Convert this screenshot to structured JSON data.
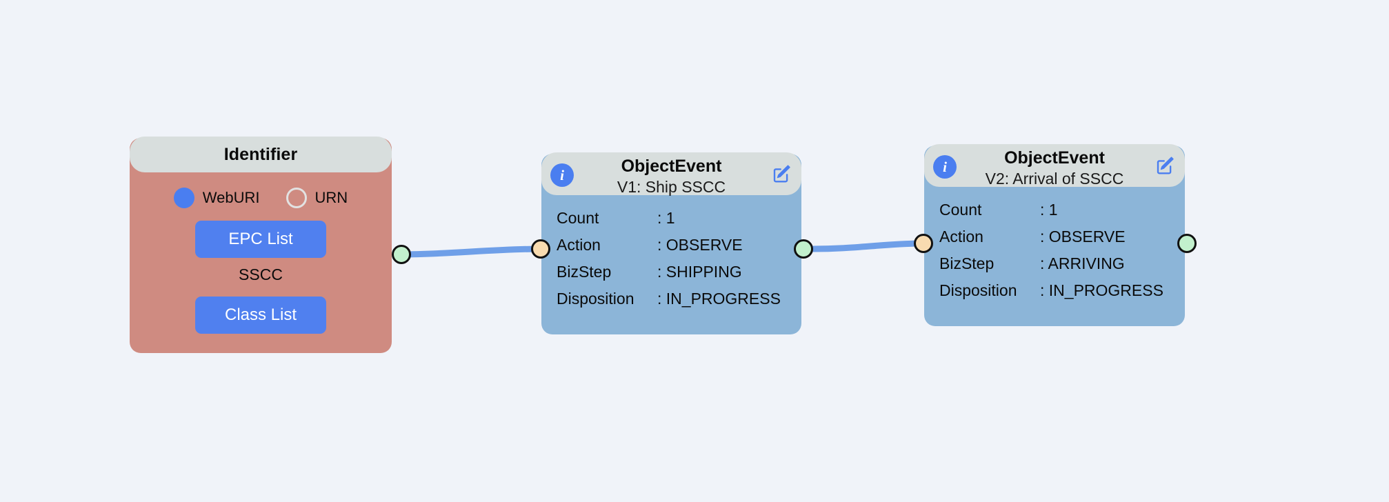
{
  "canvas": {
    "background_color": "#f0f3f9",
    "edge_color": "#6f9fe8"
  },
  "nodes": [
    {
      "id": "identifier",
      "kind": "identifier-node",
      "header_title": "Identifier",
      "header_color": "#d8dedd",
      "body_color": "#cf8b81",
      "radios": [
        {
          "label": "WebURI",
          "selected": true
        },
        {
          "label": "URN",
          "selected": false
        }
      ],
      "epc_button_label": "EPC List",
      "middle_label": "SSCC",
      "class_button_label": "Class List",
      "button_color": "#5080ef",
      "handles": [
        {
          "type": "source",
          "color": "#c2f0cd",
          "side": "right"
        }
      ]
    },
    {
      "id": "event-v1",
      "kind": "object-event-node",
      "header_title": "ObjectEvent",
      "subtitle": "V1: Ship SSCC",
      "info_icon": "info-icon",
      "edit_icon": "edit-pencil-icon",
      "header_color": "#d8dedd",
      "body_color": "#8cb5d8",
      "fields": [
        {
          "key": "Count",
          "value": ": 1"
        },
        {
          "key": "Action",
          "value": ": OBSERVE"
        },
        {
          "key": "BizStep",
          "value": ": SHIPPING"
        },
        {
          "key": "Disposition",
          "value": ": IN_PROGRESS"
        }
      ],
      "handles": [
        {
          "type": "target",
          "color": "#f8dbb0",
          "side": "left"
        },
        {
          "type": "source",
          "color": "#c2f0cd",
          "side": "right"
        }
      ]
    },
    {
      "id": "event-v2",
      "kind": "object-event-node",
      "header_title": "ObjectEvent",
      "subtitle": "V2: Arrival of SSCC",
      "info_icon": "info-icon",
      "edit_icon": "edit-pencil-icon",
      "header_color": "#d8dedd",
      "body_color": "#8cb5d8",
      "fields": [
        {
          "key": "Count",
          "value": ": 1"
        },
        {
          "key": "Action",
          "value": ": OBSERVE"
        },
        {
          "key": "BizStep",
          "value": ": ARRIVING"
        },
        {
          "key": "Disposition",
          "value": ": IN_PROGRESS"
        }
      ],
      "handles": [
        {
          "type": "target",
          "color": "#f8dbb0",
          "side": "left"
        },
        {
          "type": "source",
          "color": "#c2f0cd",
          "side": "right"
        }
      ]
    }
  ],
  "edges": [
    {
      "from": "identifier",
      "to": "event-v1"
    },
    {
      "from": "event-v1",
      "to": "event-v2"
    }
  ]
}
